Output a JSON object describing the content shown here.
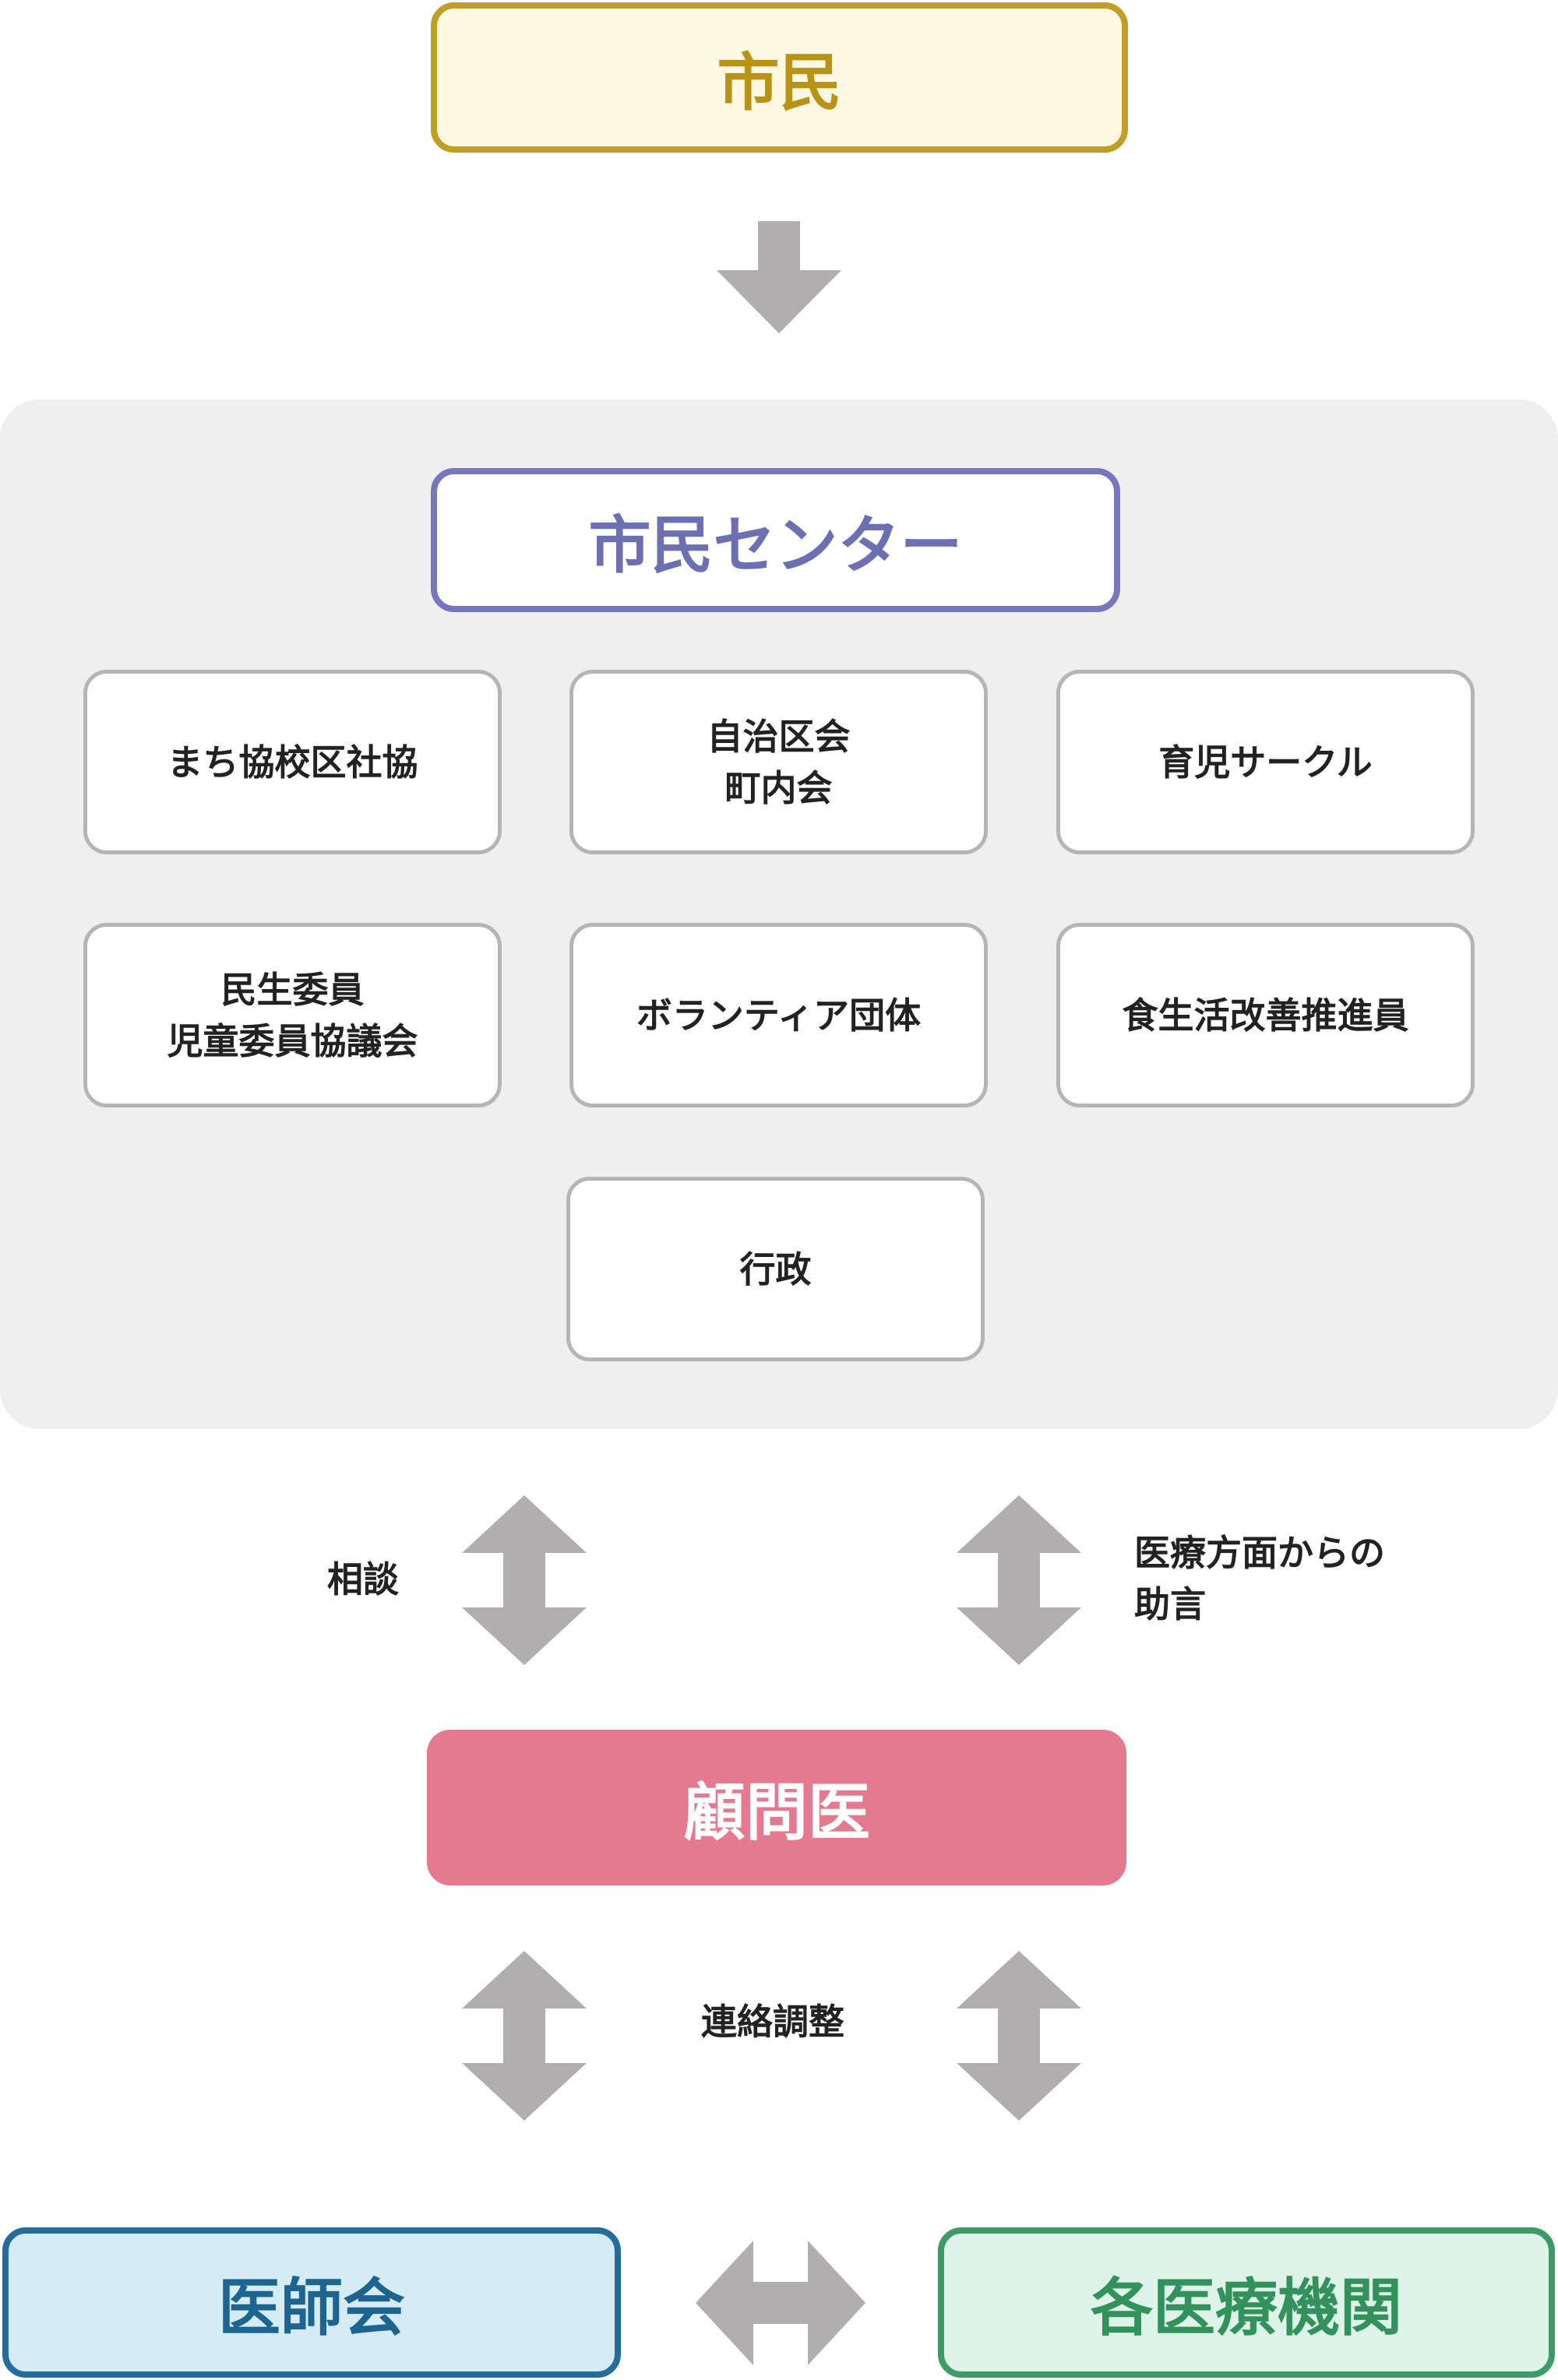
{
  "top": {
    "title": "市民"
  },
  "center": {
    "title": "市民センター",
    "orgs": [
      "まち協校区社協",
      "自治区会\n町内会",
      "育児サークル",
      "民生委員\n児童委員協議会",
      "ボランティア団体",
      "食生活改善推進員",
      "行政"
    ]
  },
  "labels": {
    "consult": "相談",
    "advice": "医療方面からの\n助言",
    "coordination": "連絡調整"
  },
  "advisor": {
    "title": "顧問医"
  },
  "bottom": {
    "left": "医師会",
    "right": "各医療機関"
  },
  "colors": {
    "arrow": "#b0aeaf",
    "shimin_border": "#c19f26",
    "center_border": "#7677bc",
    "advisor_fill": "#e47a8f",
    "ishikai_border": "#246c9b",
    "iryo_border": "#3e9a66"
  }
}
